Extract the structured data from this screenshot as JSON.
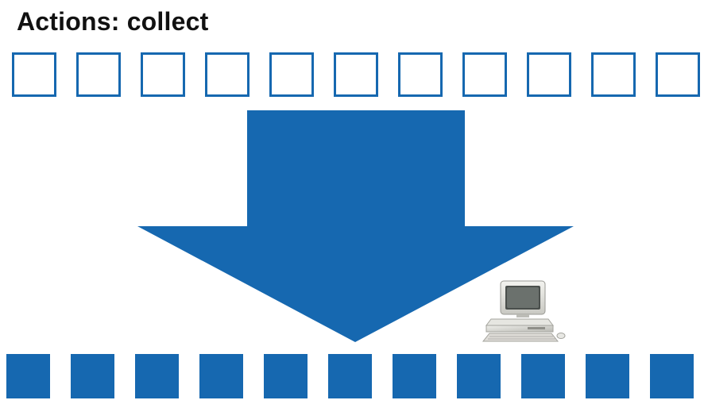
{
  "header": {
    "title": "Actions: collect"
  },
  "colors": {
    "accent": "#1668b0",
    "background": "#ffffff",
    "title_text": "#111111"
  },
  "diagram": {
    "input_items": [
      {
        "state": "empty"
      },
      {
        "state": "empty"
      },
      {
        "state": "empty"
      },
      {
        "state": "empty"
      },
      {
        "state": "empty"
      },
      {
        "state": "empty"
      },
      {
        "state": "empty"
      },
      {
        "state": "empty"
      },
      {
        "state": "empty"
      },
      {
        "state": "empty"
      },
      {
        "state": "empty"
      }
    ],
    "output_items": [
      {
        "state": "filled"
      },
      {
        "state": "filled"
      },
      {
        "state": "filled"
      },
      {
        "state": "filled"
      },
      {
        "state": "filled"
      },
      {
        "state": "filled"
      },
      {
        "state": "filled"
      },
      {
        "state": "filled"
      },
      {
        "state": "filled"
      },
      {
        "state": "filled"
      },
      {
        "state": "filled"
      }
    ],
    "arrow": {
      "direction": "down",
      "icon": "down-arrow-icon"
    },
    "computer": {
      "icon": "desktop-computer-icon"
    }
  }
}
